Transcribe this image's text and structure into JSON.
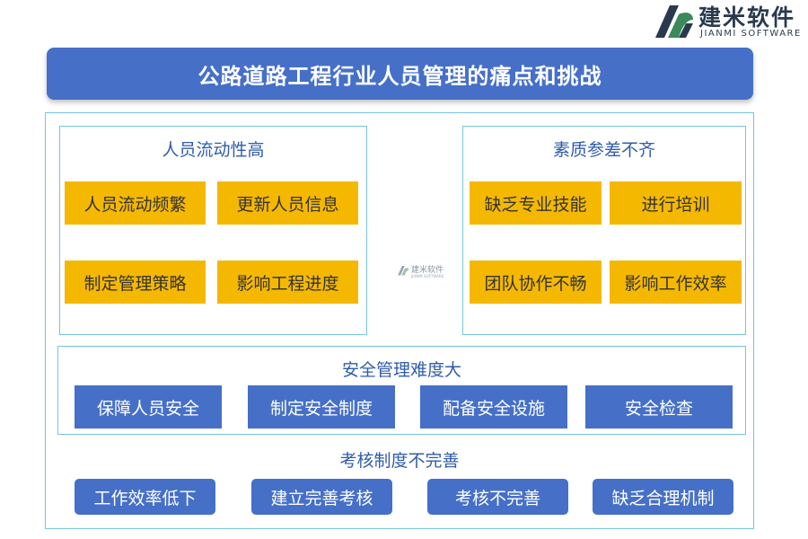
{
  "logo": {
    "cn": "建米软件",
    "en": "JIANMI SOFTWARE"
  },
  "title": "公路道路工程行业人员管理的痛点和挑战",
  "watermark": {
    "cn": "建米软件",
    "en": "JIANMI SOFTWARE"
  },
  "panel_left": {
    "title": "人员流动性高",
    "items": [
      "人员流动频繁",
      "更新人员信息",
      "制定管理策略",
      "影响工程进度"
    ]
  },
  "panel_right": {
    "title": "素质参差不齐",
    "items": [
      "缺乏专业技能",
      "进行培训",
      "团队协作不畅",
      "影响工作效率"
    ]
  },
  "panel_safety": {
    "title": "安全管理难度大",
    "items": [
      "保障人员安全",
      "制定安全制度",
      "配备安全设施",
      "安全检查"
    ]
  },
  "section_assessment": {
    "title": "考核制度不完善",
    "items": [
      "工作效率低下",
      "建立完善考核",
      "考核不完善",
      "缺乏合理机制"
    ]
  },
  "colors": {
    "blue": "#4670c8",
    "yellow": "#f5b800",
    "border": "#79c3df",
    "heading": "#2f5cad"
  }
}
